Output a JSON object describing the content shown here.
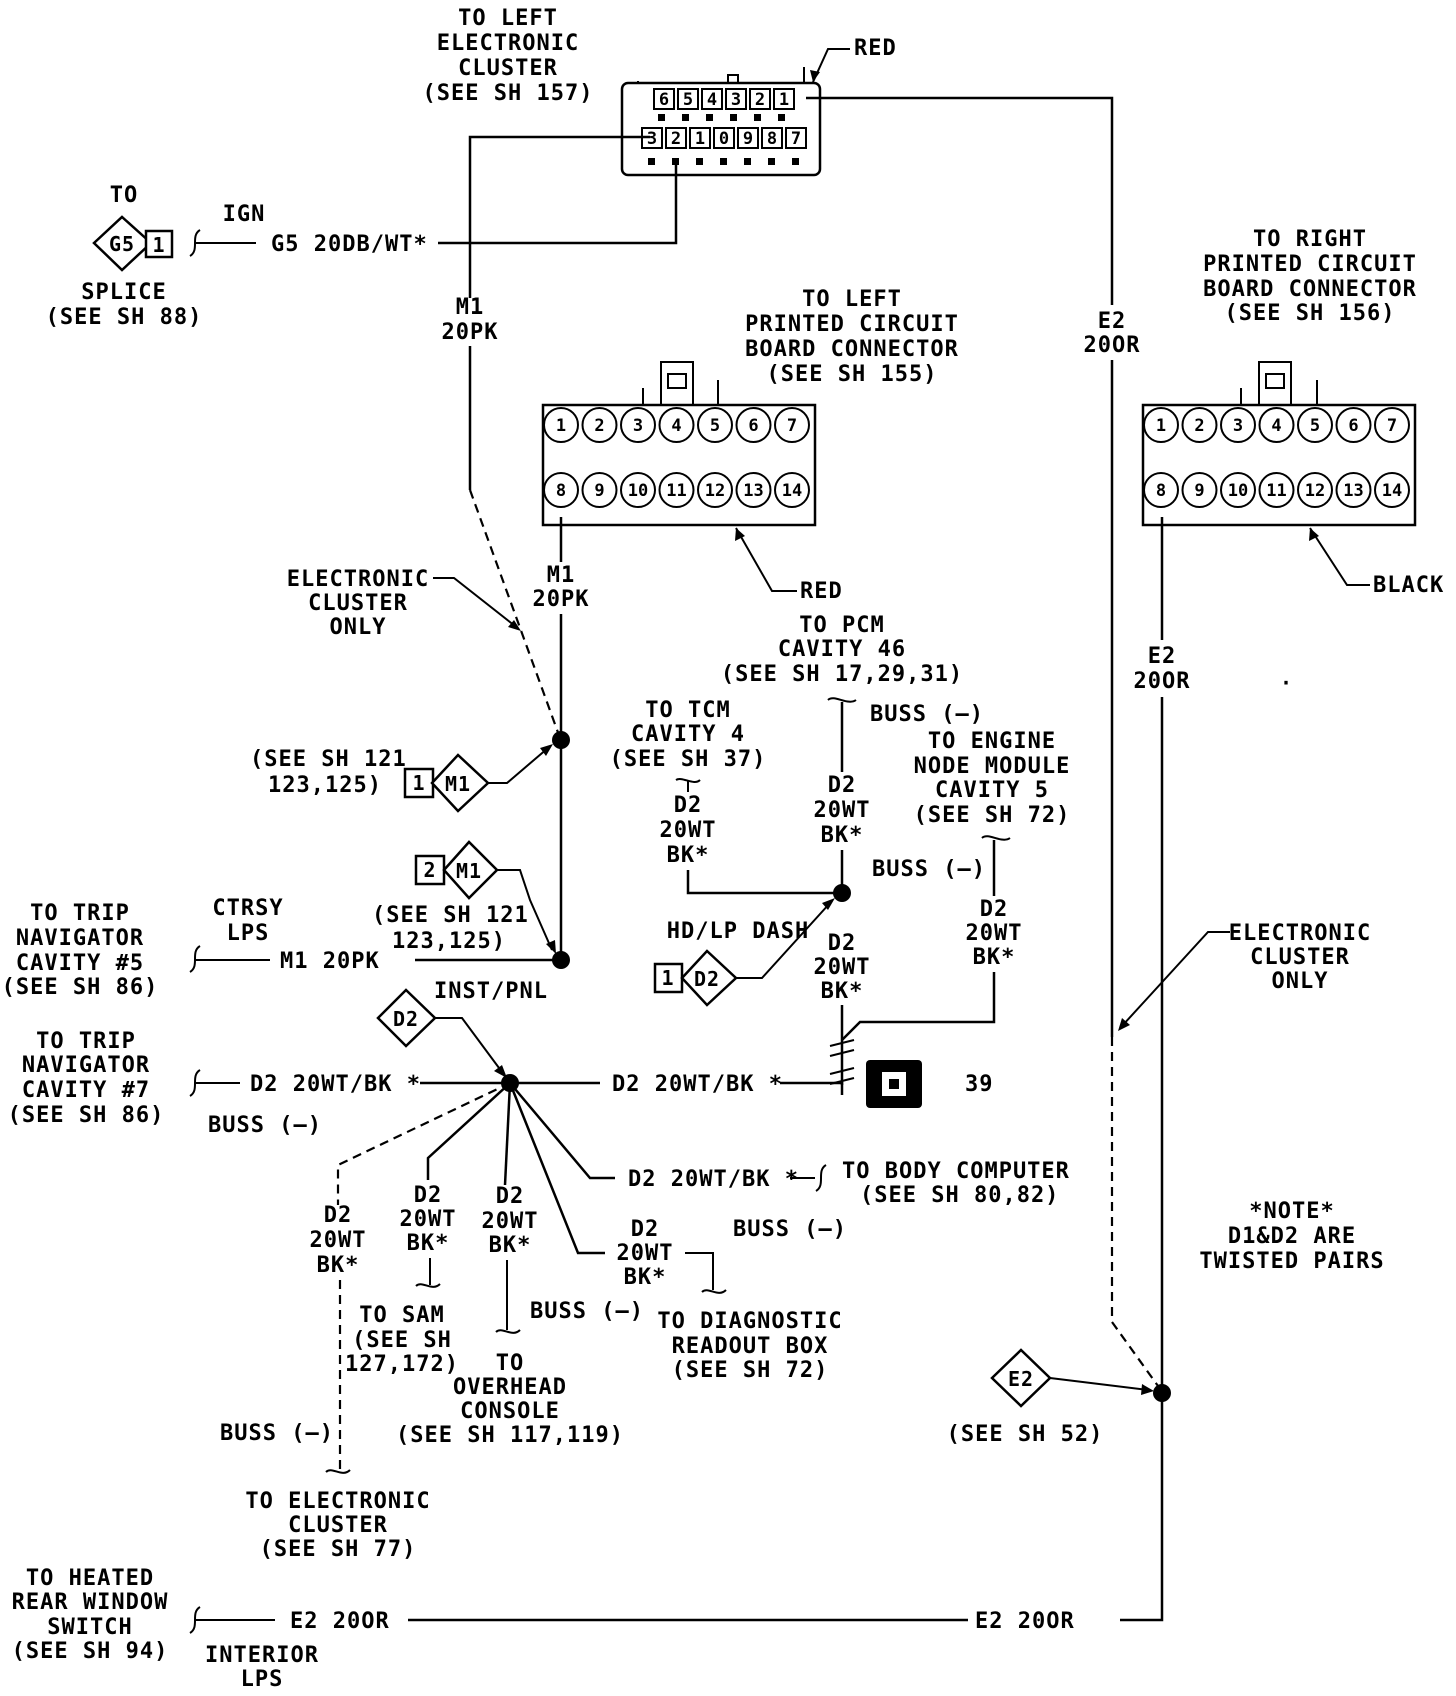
{
  "top_connector": {
    "label": [
      "TO LEFT",
      "ELECTRONIC",
      "CLUSTER",
      "(SEE SH 157)"
    ],
    "color": "RED",
    "row1": [
      "6",
      "5",
      "4",
      "3",
      "2",
      "1"
    ],
    "row2": [
      "3",
      "2",
      "1",
      "0",
      "9",
      "8",
      "7"
    ]
  },
  "g5": {
    "to": "TO",
    "id": "G5",
    "pin": "1",
    "wire": "G5 20DB/WT*",
    "ign": "IGN",
    "label": [
      "SPLICE",
      "(SEE SH 88)"
    ]
  },
  "m1_top": [
    "M1",
    "20PK"
  ],
  "e2_top": [
    "E2",
    "20OR"
  ],
  "left_pcb": {
    "label": [
      "TO LEFT",
      "PRINTED CIRCUIT",
      "BOARD CONNECTOR",
      "(SEE SH 155)"
    ],
    "color": "RED",
    "row1": [
      "1",
      "2",
      "3",
      "4",
      "5",
      "6",
      "7"
    ],
    "row2": [
      "8",
      "9",
      "10",
      "11",
      "12",
      "13",
      "14"
    ]
  },
  "right_pcb": {
    "label": [
      "TO RIGHT",
      "PRINTED CIRCUIT",
      "BOARD CONNECTOR",
      "(SEE SH 156)"
    ],
    "color": "BLACK",
    "row1": [
      "1",
      "2",
      "3",
      "4",
      "5",
      "6",
      "7"
    ],
    "row2": [
      "8",
      "9",
      "10",
      "11",
      "12",
      "13",
      "14"
    ]
  },
  "m1_mid": [
    "M1",
    "20PK"
  ],
  "e2_mid": [
    "E2",
    "20OR"
  ],
  "cluster_only_left": [
    "ELECTRONIC",
    "CLUSTER",
    "ONLY"
  ],
  "cluster_only_right": [
    "ELECTRONIC",
    "CLUSTER",
    "ONLY"
  ],
  "m1_splice1": {
    "pin": "1",
    "id": "M1",
    "label": [
      "(SEE SH 121",
      "123,125)"
    ]
  },
  "m1_splice2": {
    "pin": "2",
    "id": "M1",
    "label": [
      "(SEE SH 121",
      "123,125)"
    ]
  },
  "trip_nav5": {
    "label": [
      "TO TRIP",
      "NAVIGATOR",
      "CAVITY #5",
      "(SEE SH 86)"
    ],
    "ctrsy": [
      "CTRSY",
      "LPS"
    ],
    "wire": "M1 20PK"
  },
  "pcm": {
    "label": [
      "TO PCM",
      "CAVITY 46",
      "(SEE SH 17,29,31)"
    ],
    "buss": "BUSS (—)",
    "wire": [
      "D2",
      "20WT",
      "BK*"
    ]
  },
  "tcm": {
    "label": [
      "TO TCM",
      "CAVITY 4",
      "(SEE SH 37)"
    ],
    "wire": [
      "D2",
      "20WT",
      "BK*"
    ]
  },
  "engine_node": {
    "label": [
      "TO ENGINE",
      "NODE MODULE",
      "CAVITY 5",
      "(SEE SH 72)"
    ],
    "buss": "BUSS (—)",
    "wire": [
      "D2",
      "20WT",
      "BK*"
    ]
  },
  "hdlp": {
    "label": "HD/LP DASH",
    "pin": "1",
    "id": "D2"
  },
  "d2_mid": [
    "D2",
    "20WT",
    "BK*"
  ],
  "inst_pnl": {
    "id": "D2",
    "label": "INST/PNL"
  },
  "ground": {
    "num": "39",
    "wire": "D2 20WT/BK *"
  },
  "trip_nav7": {
    "label": [
      "TO TRIP",
      "NAVIGATOR",
      "CAVITY #7",
      "(SEE SH 86)"
    ],
    "wire": "D2 20WT/BK *",
    "buss": "BUSS (—)"
  },
  "body_computer": {
    "wire": "D2 20WT/BK *",
    "label": [
      "TO BODY COMPUTER",
      "(SEE SH 80,82)"
    ],
    "buss": "BUSS (—)"
  },
  "diag": {
    "wire": [
      "D2",
      "20WT",
      "BK*"
    ],
    "label": [
      "TO DIAGNOSTIC",
      "READOUT BOX",
      "(SEE SH 72)"
    ]
  },
  "overhead": {
    "wire": [
      "D2",
      "20WT",
      "BK*"
    ],
    "buss": "BUSS (—)",
    "label": [
      "TO",
      "OVERHEAD",
      "CONSOLE",
      "(SEE SH 117,119)"
    ]
  },
  "sam": {
    "wire": [
      "D2",
      "20WT",
      "BK*"
    ],
    "label": [
      "TO SAM",
      "(SEE SH",
      "127,172)"
    ]
  },
  "cluster77": {
    "wire": [
      "D2",
      "20WT",
      "BK*"
    ],
    "buss": "BUSS (—)",
    "label": [
      "TO ELECTRONIC",
      "CLUSTER",
      "(SEE SH 77)"
    ]
  },
  "note": [
    "*NOTE*",
    "D1&D2 ARE",
    "TWISTED PAIRS"
  ],
  "e2_splice": {
    "id": "E2",
    "label": "(SEE SH 52)"
  },
  "heated": {
    "label": [
      "TO HEATED",
      "REAR WINDOW",
      "SWITCH",
      "(SEE SH 94)"
    ],
    "wire_left": "E2 20OR",
    "wire_right": "E2 20OR",
    "interior": [
      "INTERIOR",
      "LPS"
    ]
  }
}
